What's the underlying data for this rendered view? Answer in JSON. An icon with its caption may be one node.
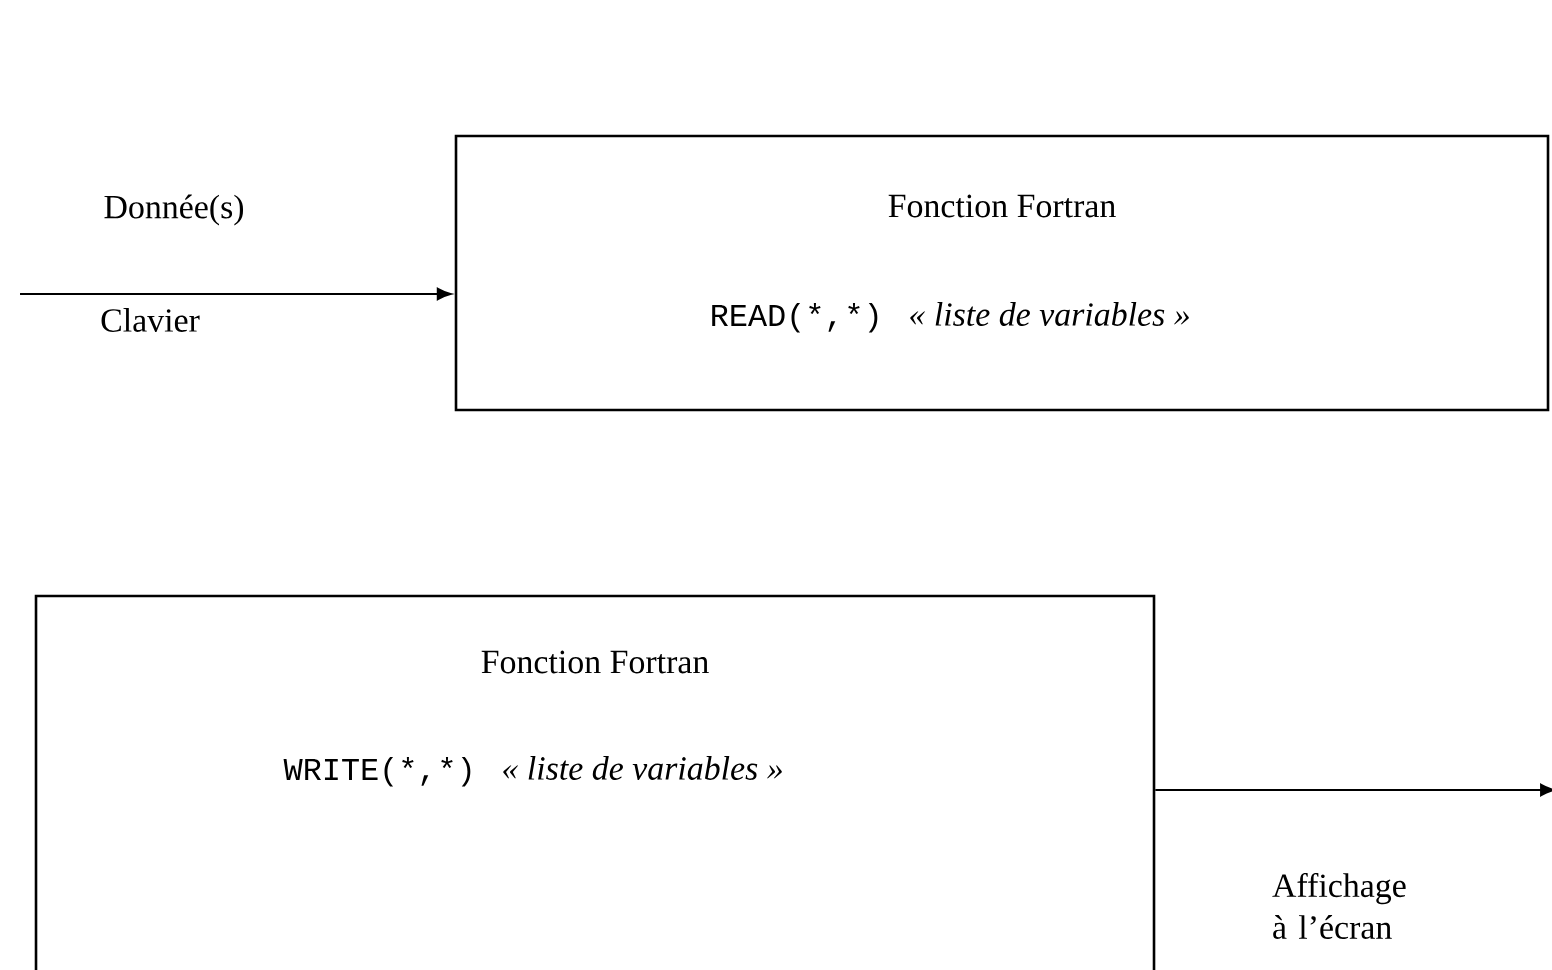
{
  "diagram": {
    "nodes": [
      {
        "text": [
          "Fonction Fortran",
          "READ(*,",
          "*)",
          "« liste de variables »"
        ]
      },
      {
        "text": [
          "Fonction Fortran",
          "WRITE(*,",
          "*)",
          "« liste de variables »"
        ]
      }
    ],
    "edges": [
      {
        "from": null,
        "to": 0,
        "arrow": "to",
        "label": "Donnée(s)"
      },
      {
        "from": 1,
        "to": null,
        "arrow": "to",
        "label": "Affichage à l’écran"
      }
    ],
    "labels": [
      "Clavier"
    ]
  }
}
